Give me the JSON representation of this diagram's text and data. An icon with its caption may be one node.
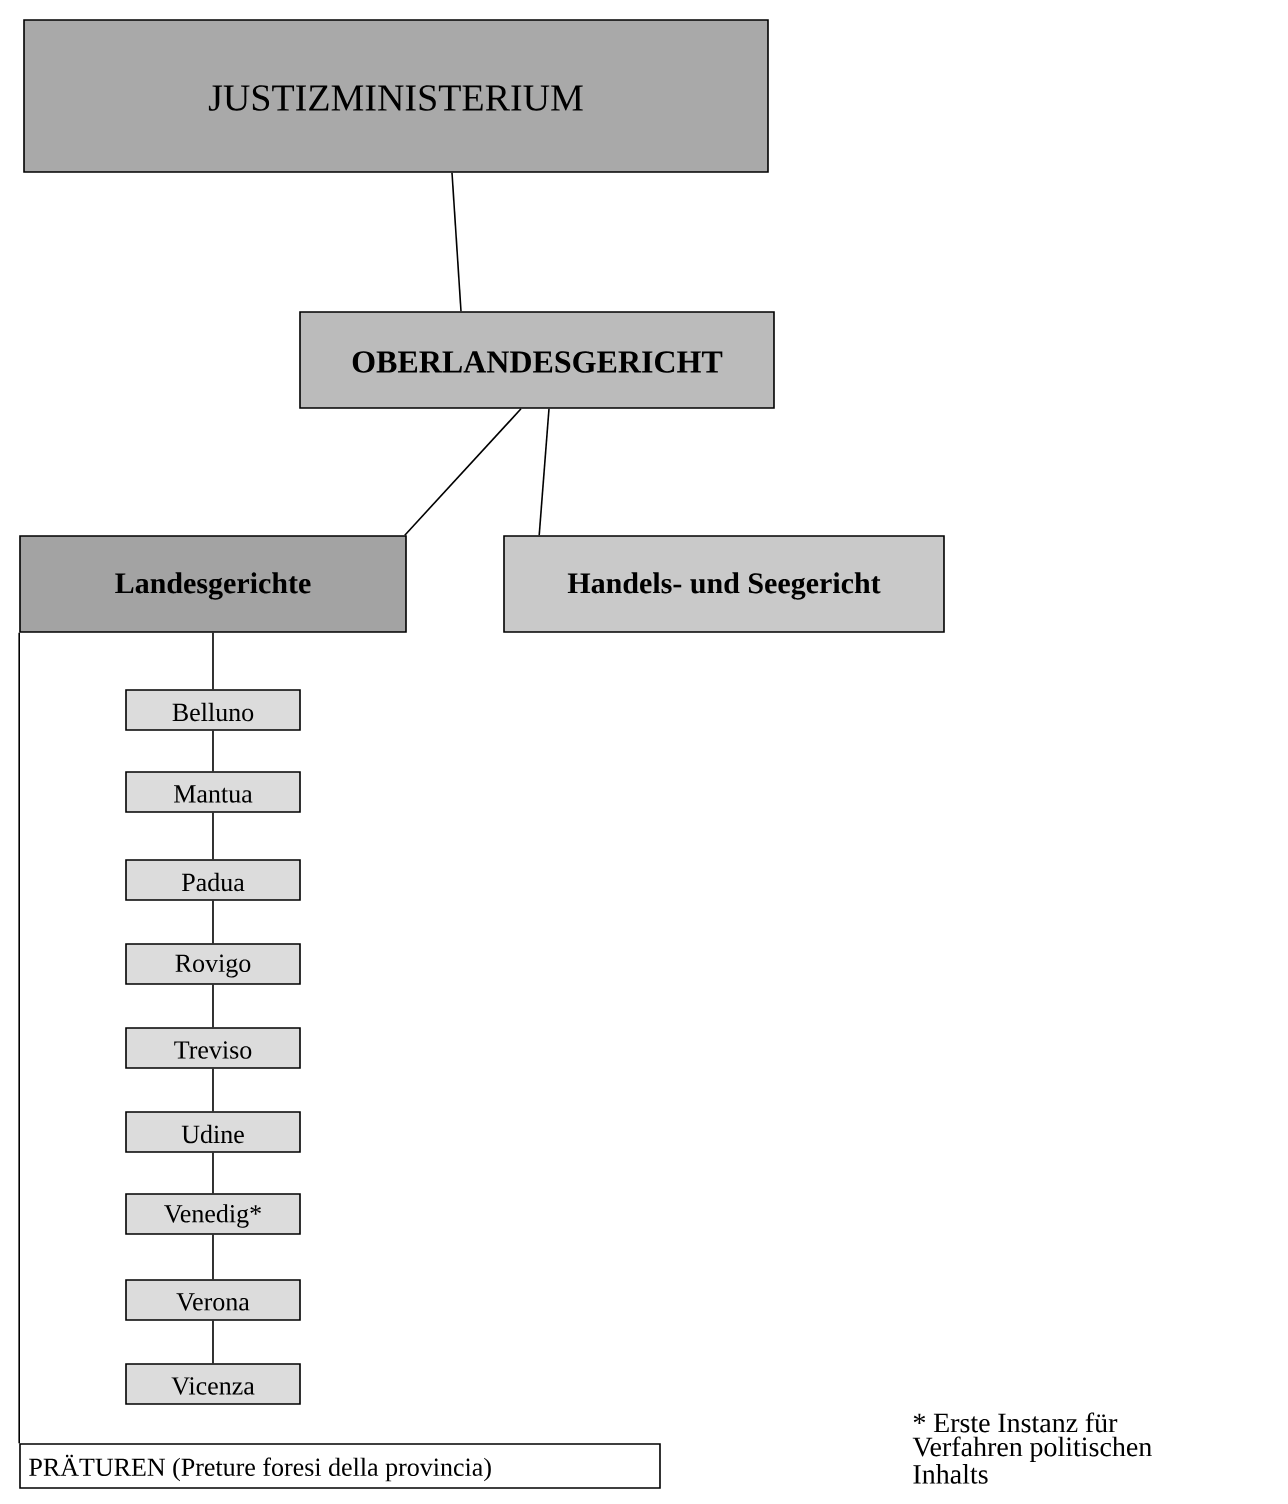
{
  "diagram": {
    "nodes": [
      {
        "text": [
          "JUSTIZMINISTERIUM"
        ]
      },
      {
        "text": [
          "OBERLANDESGERICHT"
        ]
      },
      {
        "text": [
          "Landesgerichte"
        ]
      },
      {
        "text": [
          "Handels- und Seegericht"
        ]
      },
      {
        "text": [
          "Belluno"
        ]
      },
      {
        "text": [
          "Mantua"
        ]
      },
      {
        "text": [
          "Padua"
        ]
      },
      {
        "text": [
          "Rovigo"
        ]
      },
      {
        "text": [
          "Treviso"
        ]
      },
      {
        "text": [
          "Udine"
        ]
      },
      {
        "text": [
          "Venedig*"
        ]
      },
      {
        "text": [
          "Verona"
        ]
      },
      {
        "text": [
          "Vicenza"
        ]
      },
      {
        "text": [
          "PRÄTUREN (Preture foresi della provincia)"
        ]
      }
    ],
    "edges": [
      {
        "from": 0,
        "to": 1,
        "arrow": "none"
      },
      {
        "from": 1,
        "to": 2,
        "arrow": "none"
      },
      {
        "from": 1,
        "to": 3,
        "arrow": "none"
      },
      {
        "from": 2,
        "to": 4,
        "arrow": "none"
      },
      {
        "from": 4,
        "to": 5,
        "arrow": "none"
      },
      {
        "from": 5,
        "to": 6,
        "arrow": "none"
      },
      {
        "from": 6,
        "to": 7,
        "arrow": "none"
      },
      {
        "from": 7,
        "to": 8,
        "arrow": "none"
      },
      {
        "from": 8,
        "to": 9,
        "arrow": "none"
      },
      {
        "from": 9,
        "to": 10,
        "arrow": "none"
      },
      {
        "from": 10,
        "to": 11,
        "arrow": "none"
      },
      {
        "from": 11,
        "to": 12,
        "arrow": "none"
      },
      {
        "from": 2,
        "to": 13,
        "arrow": "none"
      }
    ],
    "labels": [
      "* Erste Instanz für Verfahren politischen Inhalts"
    ]
  }
}
